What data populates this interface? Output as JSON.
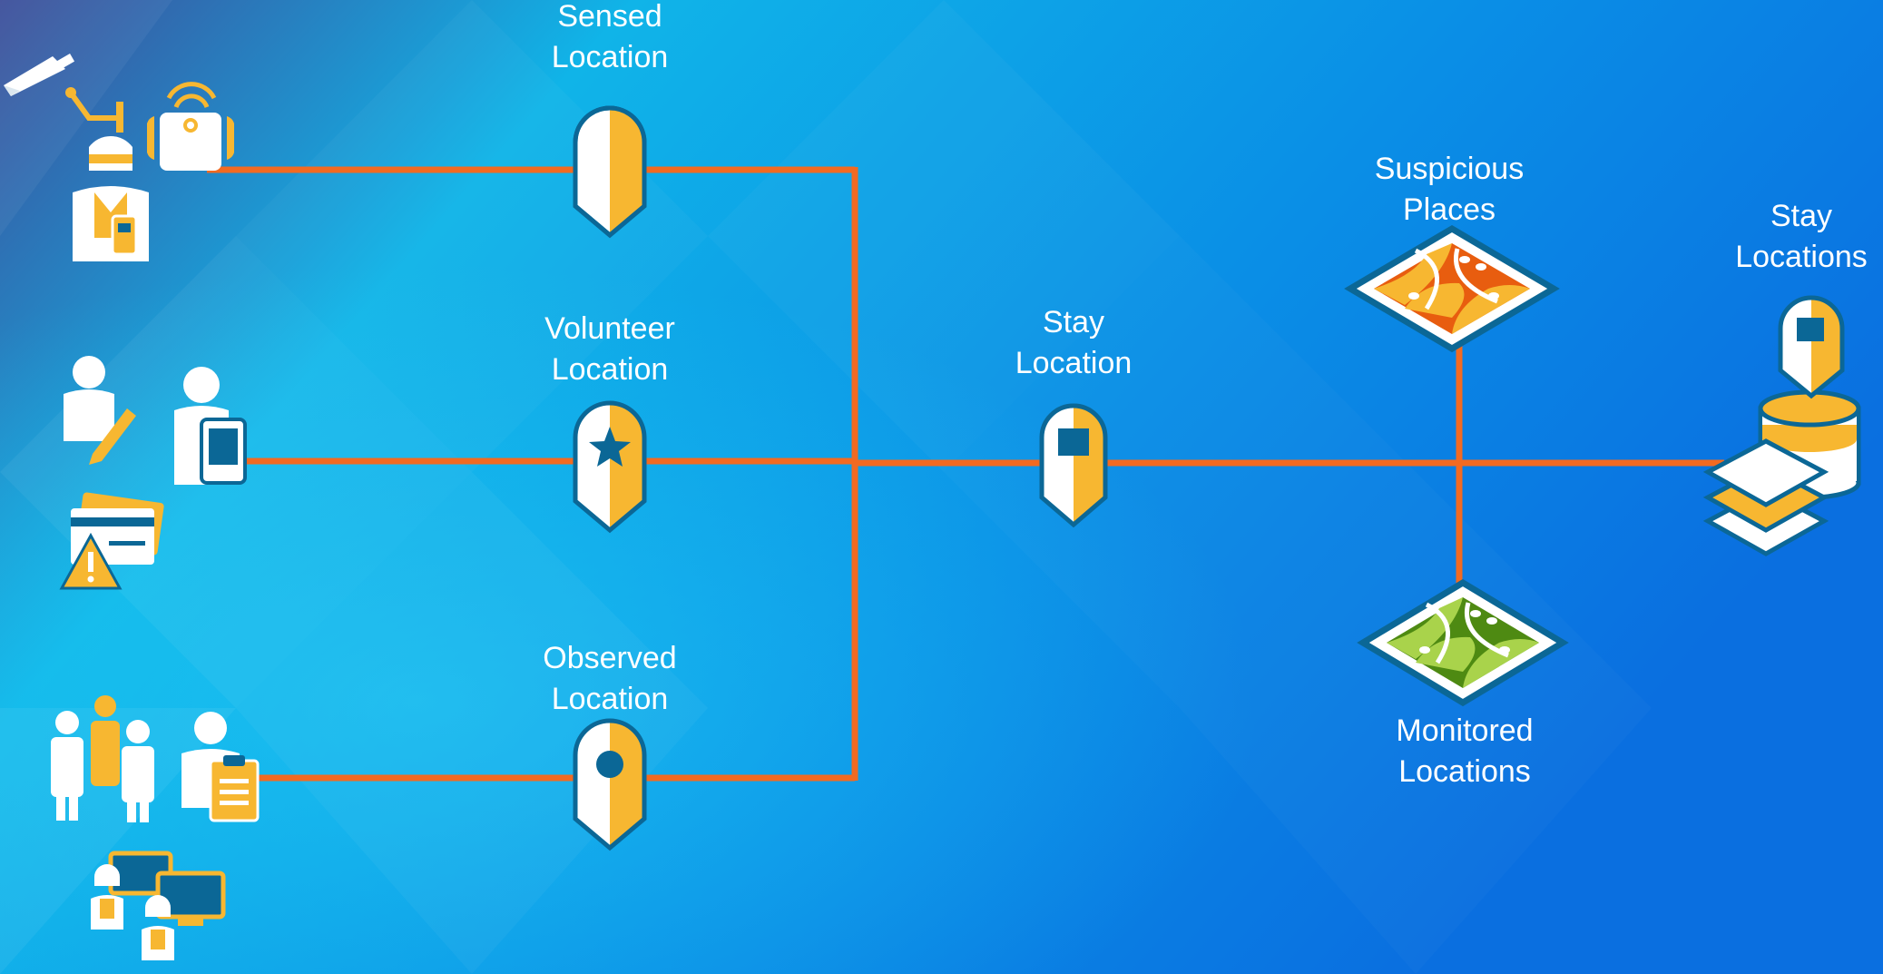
{
  "nodes": {
    "sensed": [
      "Sensed",
      "Location"
    ],
    "volunteer": [
      "Volunteer",
      "Location"
    ],
    "observed": [
      "Observed",
      "Location"
    ],
    "stay": [
      "Stay",
      "Location"
    ],
    "suspicious": [
      "Suspicious",
      "Places"
    ],
    "monitored": [
      "Monitored",
      "Locations"
    ],
    "stay_locations": [
      "Stay",
      "Locations"
    ]
  },
  "icons": {
    "sources": [
      "security-camera-icon",
      "wifi-sensor-icon",
      "field-officer-icon",
      "person-writing-icon",
      "person-tablet-icon",
      "warning-card-icon",
      "crowd-icon",
      "person-clipboard-icon",
      "operators-monitors-icon"
    ],
    "pins": [
      "location-pin-half-icon",
      "location-pin-star-icon",
      "location-pin-dot-icon",
      "location-pin-square-icon"
    ],
    "areas": [
      "suspicious-area-icon",
      "monitored-area-icon"
    ],
    "store": [
      "database-layers-icon"
    ]
  },
  "colors": {
    "background_from": "#3d4f9a",
    "background_mid": "#10b4e8",
    "background_to": "#0a6fe0",
    "connector": "#f26a21",
    "pin_white": "#ffffff",
    "pin_yellow": "#f7b731",
    "pin_outline": "#0b6796",
    "suspicious_fill": "#e85d0f",
    "monitored_fill": "#4e8a12"
  }
}
